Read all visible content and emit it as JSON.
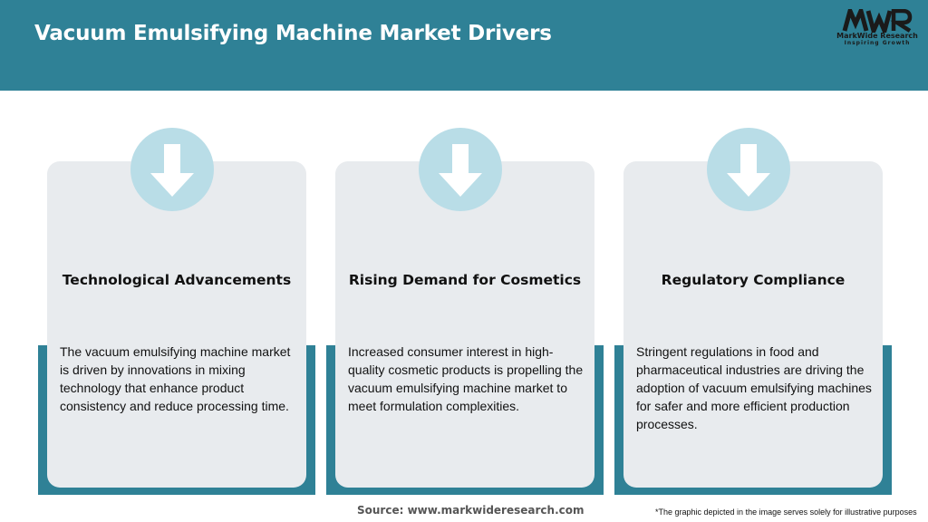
{
  "header": {
    "title": "Vacuum Emulsifying Machine Market Drivers",
    "logo": {
      "mark": "MWR",
      "name": "MarkWide Research",
      "tagline": "Inspiring Growth"
    }
  },
  "cards": [
    {
      "icon": "arrow-down-icon",
      "title": "Technological Advancements",
      "text": "The vacuum emulsifying machine market is driven by innovations in mixing technology that enhance product consistency and reduce processing time."
    },
    {
      "icon": "arrow-down-icon",
      "title": "Rising Demand for Cosmetics",
      "text": "Increased consumer interest in high-quality cosmetic products is propelling the vacuum emulsifying machine market to meet formulation complexities."
    },
    {
      "icon": "arrow-down-icon",
      "title": "Regulatory Compliance",
      "text": "Stringent regulations in food and pharmaceutical industries are driving the adoption of vacuum emulsifying machines for safer and more efficient production processes."
    }
  ],
  "footer": {
    "source": "Source: www.markwideresearch.com",
    "disclaimer": "*The graphic depicted in the image serves solely for illustrative purposes"
  },
  "colors": {
    "accent": "#2f8196",
    "card_bg": "#e8ebee",
    "icon_circle": "#b9dde7"
  }
}
